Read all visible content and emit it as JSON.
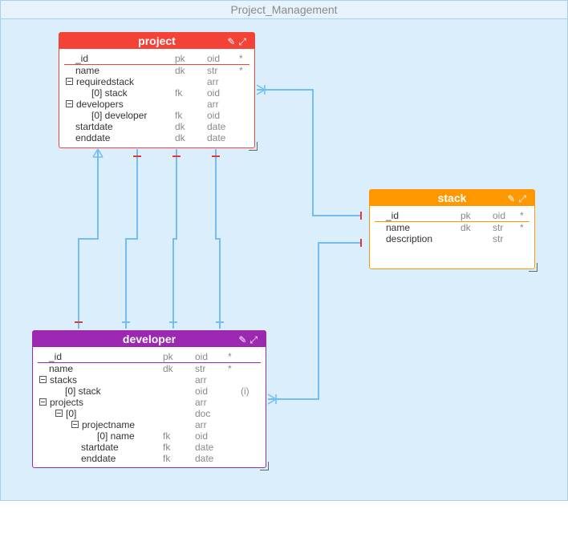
{
  "diagram": {
    "title": "Project_Management"
  },
  "colors": {
    "project": "#f44336",
    "stack": "#ff9800",
    "developer": "#9c27b0",
    "link": "#73bdf2",
    "marker": "#e53935"
  },
  "icons": [
    "edit-icon",
    "expand-icon"
  ],
  "entities": {
    "project": {
      "title": "project",
      "rows": [
        {
          "name": "_id",
          "key": "pk",
          "type": "oid",
          "flag": "*"
        },
        {
          "name": "name",
          "key": "dk",
          "type": "str",
          "flag": "*"
        },
        {
          "name": "requiredstack",
          "key": "",
          "type": "arr",
          "flag": ""
        },
        {
          "name": "[0] stack",
          "key": "fk",
          "type": "oid",
          "flag": ""
        },
        {
          "name": "developers",
          "key": "",
          "type": "arr",
          "flag": ""
        },
        {
          "name": "[0] developer",
          "key": "fk",
          "type": "oid",
          "flag": ""
        },
        {
          "name": "startdate",
          "key": "dk",
          "type": "date",
          "flag": ""
        },
        {
          "name": "enddate",
          "key": "dk",
          "type": "date",
          "flag": ""
        }
      ]
    },
    "stack": {
      "title": "stack",
      "rows": [
        {
          "name": "_id",
          "key": "pk",
          "type": "oid",
          "flag": "*"
        },
        {
          "name": "name",
          "key": "dk",
          "type": "str",
          "flag": "*"
        },
        {
          "name": "description",
          "key": "",
          "type": "str",
          "flag": ""
        }
      ]
    },
    "developer": {
      "title": "developer",
      "rows": [
        {
          "name": "_id",
          "key": "pk",
          "type": "oid",
          "flag": "*"
        },
        {
          "name": "name",
          "key": "dk",
          "type": "str",
          "flag": "*"
        },
        {
          "name": "stacks",
          "key": "",
          "type": "arr",
          "flag": ""
        },
        {
          "name": "[0] stack",
          "key": "",
          "type": "oid",
          "flag": "(i)"
        },
        {
          "name": "projects",
          "key": "",
          "type": "arr",
          "flag": ""
        },
        {
          "name": "[0]",
          "key": "",
          "type": "doc",
          "flag": ""
        },
        {
          "name": "projectname",
          "key": "",
          "type": "arr",
          "flag": ""
        },
        {
          "name": "[0] name",
          "key": "fk",
          "type": "oid",
          "flag": ""
        },
        {
          "name": "startdate",
          "key": "fk",
          "type": "date",
          "flag": ""
        },
        {
          "name": "enddate",
          "key": "fk",
          "type": "date",
          "flag": ""
        }
      ]
    }
  }
}
